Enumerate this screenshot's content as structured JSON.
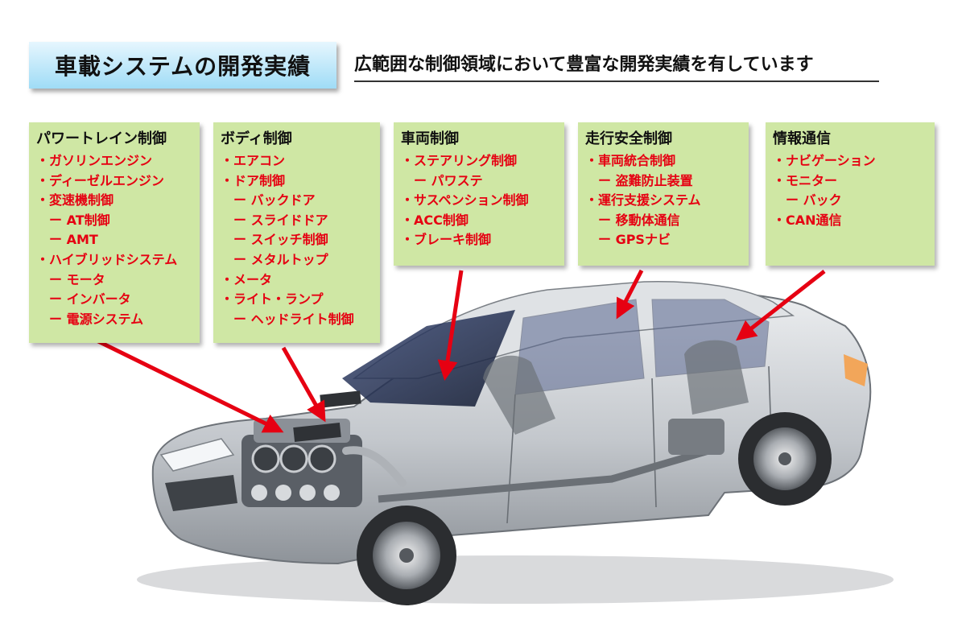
{
  "header": {
    "title": "車載システムの開発実績",
    "subtitle": "広範囲な制御領域において豊富な開発実績を有しています"
  },
  "categories": [
    {
      "title": "パワートレイン制御",
      "items": [
        {
          "text": "・ガソリンエンジン",
          "level": 0
        },
        {
          "text": "・ディーゼルエンジン",
          "level": 0
        },
        {
          "text": "・変速機制御",
          "level": 0
        },
        {
          "text": "ー AT制御",
          "level": 1
        },
        {
          "text": "ー AMT",
          "level": 1
        },
        {
          "text": "・ハイブリッドシステム",
          "level": 0
        },
        {
          "text": "ー モータ",
          "level": 1
        },
        {
          "text": "ー インバータ",
          "level": 1
        },
        {
          "text": "ー 電源システム",
          "level": 1
        }
      ]
    },
    {
      "title": "ボディ制御",
      "items": [
        {
          "text": "・エアコン",
          "level": 0
        },
        {
          "text": "・ドア制御",
          "level": 0
        },
        {
          "text": "ー バックドア",
          "level": 1
        },
        {
          "text": "ー スライドドア",
          "level": 1
        },
        {
          "text": "ー スイッチ制御",
          "level": 1
        },
        {
          "text": "ー メタルトップ",
          "level": 1
        },
        {
          "text": "・メータ",
          "level": 0
        },
        {
          "text": "・ライト・ランプ",
          "level": 0
        },
        {
          "text": "ー ヘッドライト制御",
          "level": 1
        }
      ]
    },
    {
      "title": "車両制御",
      "items": [
        {
          "text": "・ステアリング制御",
          "level": 0
        },
        {
          "text": "ー パワステ",
          "level": 1
        },
        {
          "text": "・サスペンション制御",
          "level": 0
        },
        {
          "text": "・ACC制御",
          "level": 0
        },
        {
          "text": "・ブレーキ制御",
          "level": 0
        }
      ]
    },
    {
      "title": "走行安全制御",
      "items": [
        {
          "text": "・車両統合制御",
          "level": 0
        },
        {
          "text": "ー 盗難防止装置",
          "level": 1
        },
        {
          "text": "・運行支援システム",
          "level": 0
        },
        {
          "text": "ー 移動体通信",
          "level": 1
        },
        {
          "text": "ー GPSナビ",
          "level": 1
        }
      ]
    },
    {
      "title": "情報通信",
      "items": [
        {
          "text": "・ナビゲーション",
          "level": 0
        },
        {
          "text": "・モニター",
          "level": 0
        },
        {
          "text": "ー バック",
          "level": 1
        },
        {
          "text": "・CAN通信",
          "level": 0
        }
      ]
    }
  ],
  "illustration": {
    "subject": "sedan-cutaway",
    "arrow_color": "#e60012",
    "box_color": "#cfe7a4"
  }
}
